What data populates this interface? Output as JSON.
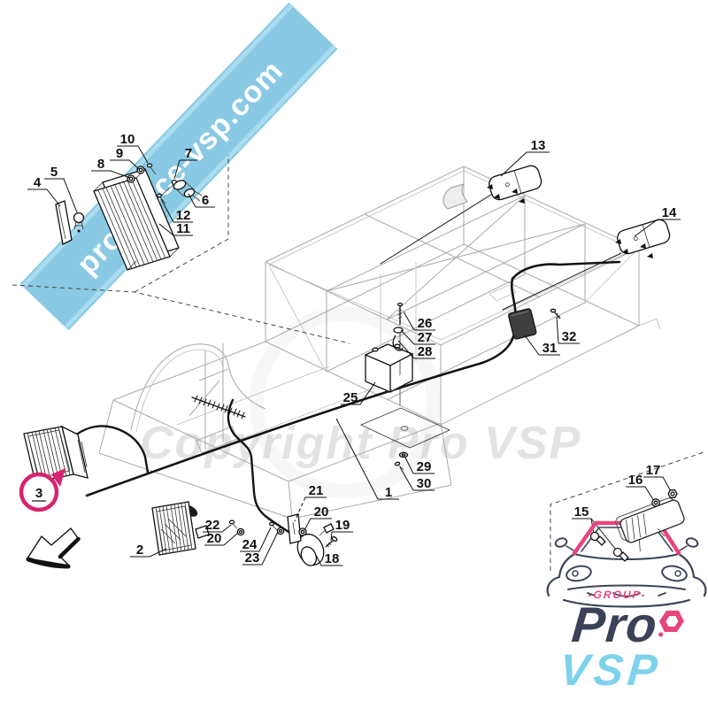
{
  "banner": {
    "text": "pro-piece-vsp.com",
    "color": "#7cc3e0"
  },
  "watermark": {
    "text": "Copyright Pro VSP"
  },
  "highlight": {
    "label": "3",
    "color": "#d6246e"
  },
  "callouts": {
    "c1": "1",
    "c2": "2",
    "c4": "4",
    "c5": "5",
    "c6": "6",
    "c7": "7",
    "c8": "8",
    "c9": "9",
    "c10": "10",
    "c11": "11",
    "c12": "12",
    "c13": "13",
    "c14": "14",
    "c15": "15",
    "c16": "16",
    "c17": "17",
    "c18": "18",
    "c19": "19",
    "c20a": "20",
    "c20b": "20",
    "c21": "21",
    "c22": "22",
    "c23": "23",
    "c24": "24",
    "c25": "25",
    "c26": "26",
    "c27": "27",
    "c28": "28",
    "c29": "29",
    "c30": "30",
    "c31": "31",
    "c32": "32"
  },
  "logo": {
    "group": "-GROUP-",
    "pro": "Pro",
    "vsp": "VSP",
    "pro_color": "#3b4156",
    "vsp_color": "#7fd2ec",
    "accent_color": "#e8457d"
  }
}
